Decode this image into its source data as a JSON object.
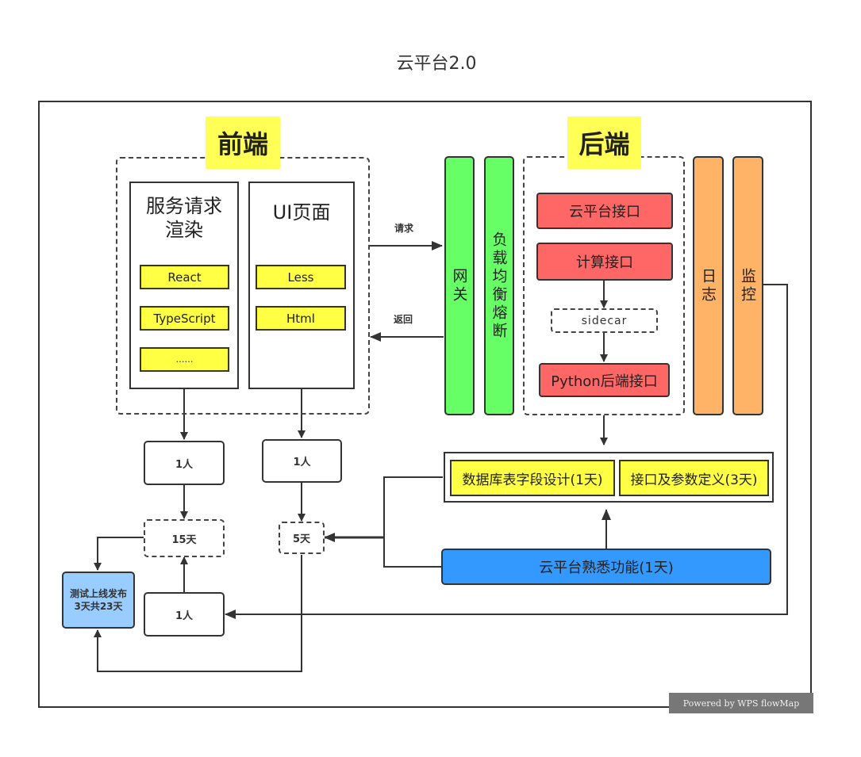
{
  "title": "云平台2.0",
  "frontend": {
    "tag": "前端",
    "service_panel": {
      "title": "服务请求渲染",
      "chips": [
        "React",
        "TypeScript",
        "……"
      ]
    },
    "ui_panel": {
      "title": "UI页面",
      "chips": [
        "Less",
        "Html"
      ]
    }
  },
  "edges": {
    "request_label": "请求",
    "return_label": "返回"
  },
  "gateway": {
    "label": "网关",
    "color": "#66ff66"
  },
  "load_balancer": {
    "label": "负载均衡熔断",
    "color": "#66ff66"
  },
  "backend": {
    "tag": "后端",
    "items": [
      "云平台接口",
      "计算接口",
      "sidecar",
      "Python后端接口"
    ],
    "color": "#ff6666"
  },
  "logging": {
    "label": "日志",
    "color": "#ffb366"
  },
  "monitoring": {
    "label": "监控",
    "color": "#ffb366"
  },
  "tasks": {
    "db_design": "数据库表字段设计(1天)",
    "api_define": "接口及参数定义(3天)",
    "familiarize": "云平台熟悉功能(1天)",
    "familiarize_color": "#3399ff"
  },
  "flow": {
    "person_left": "1人",
    "person_right": "1人",
    "person_bottom": "1人",
    "days_15": "15天",
    "days_5": "5天",
    "release": "测试上线发布3天共23天",
    "release_color": "#99ccff"
  },
  "watermark": "Powered by WPS flowMap"
}
